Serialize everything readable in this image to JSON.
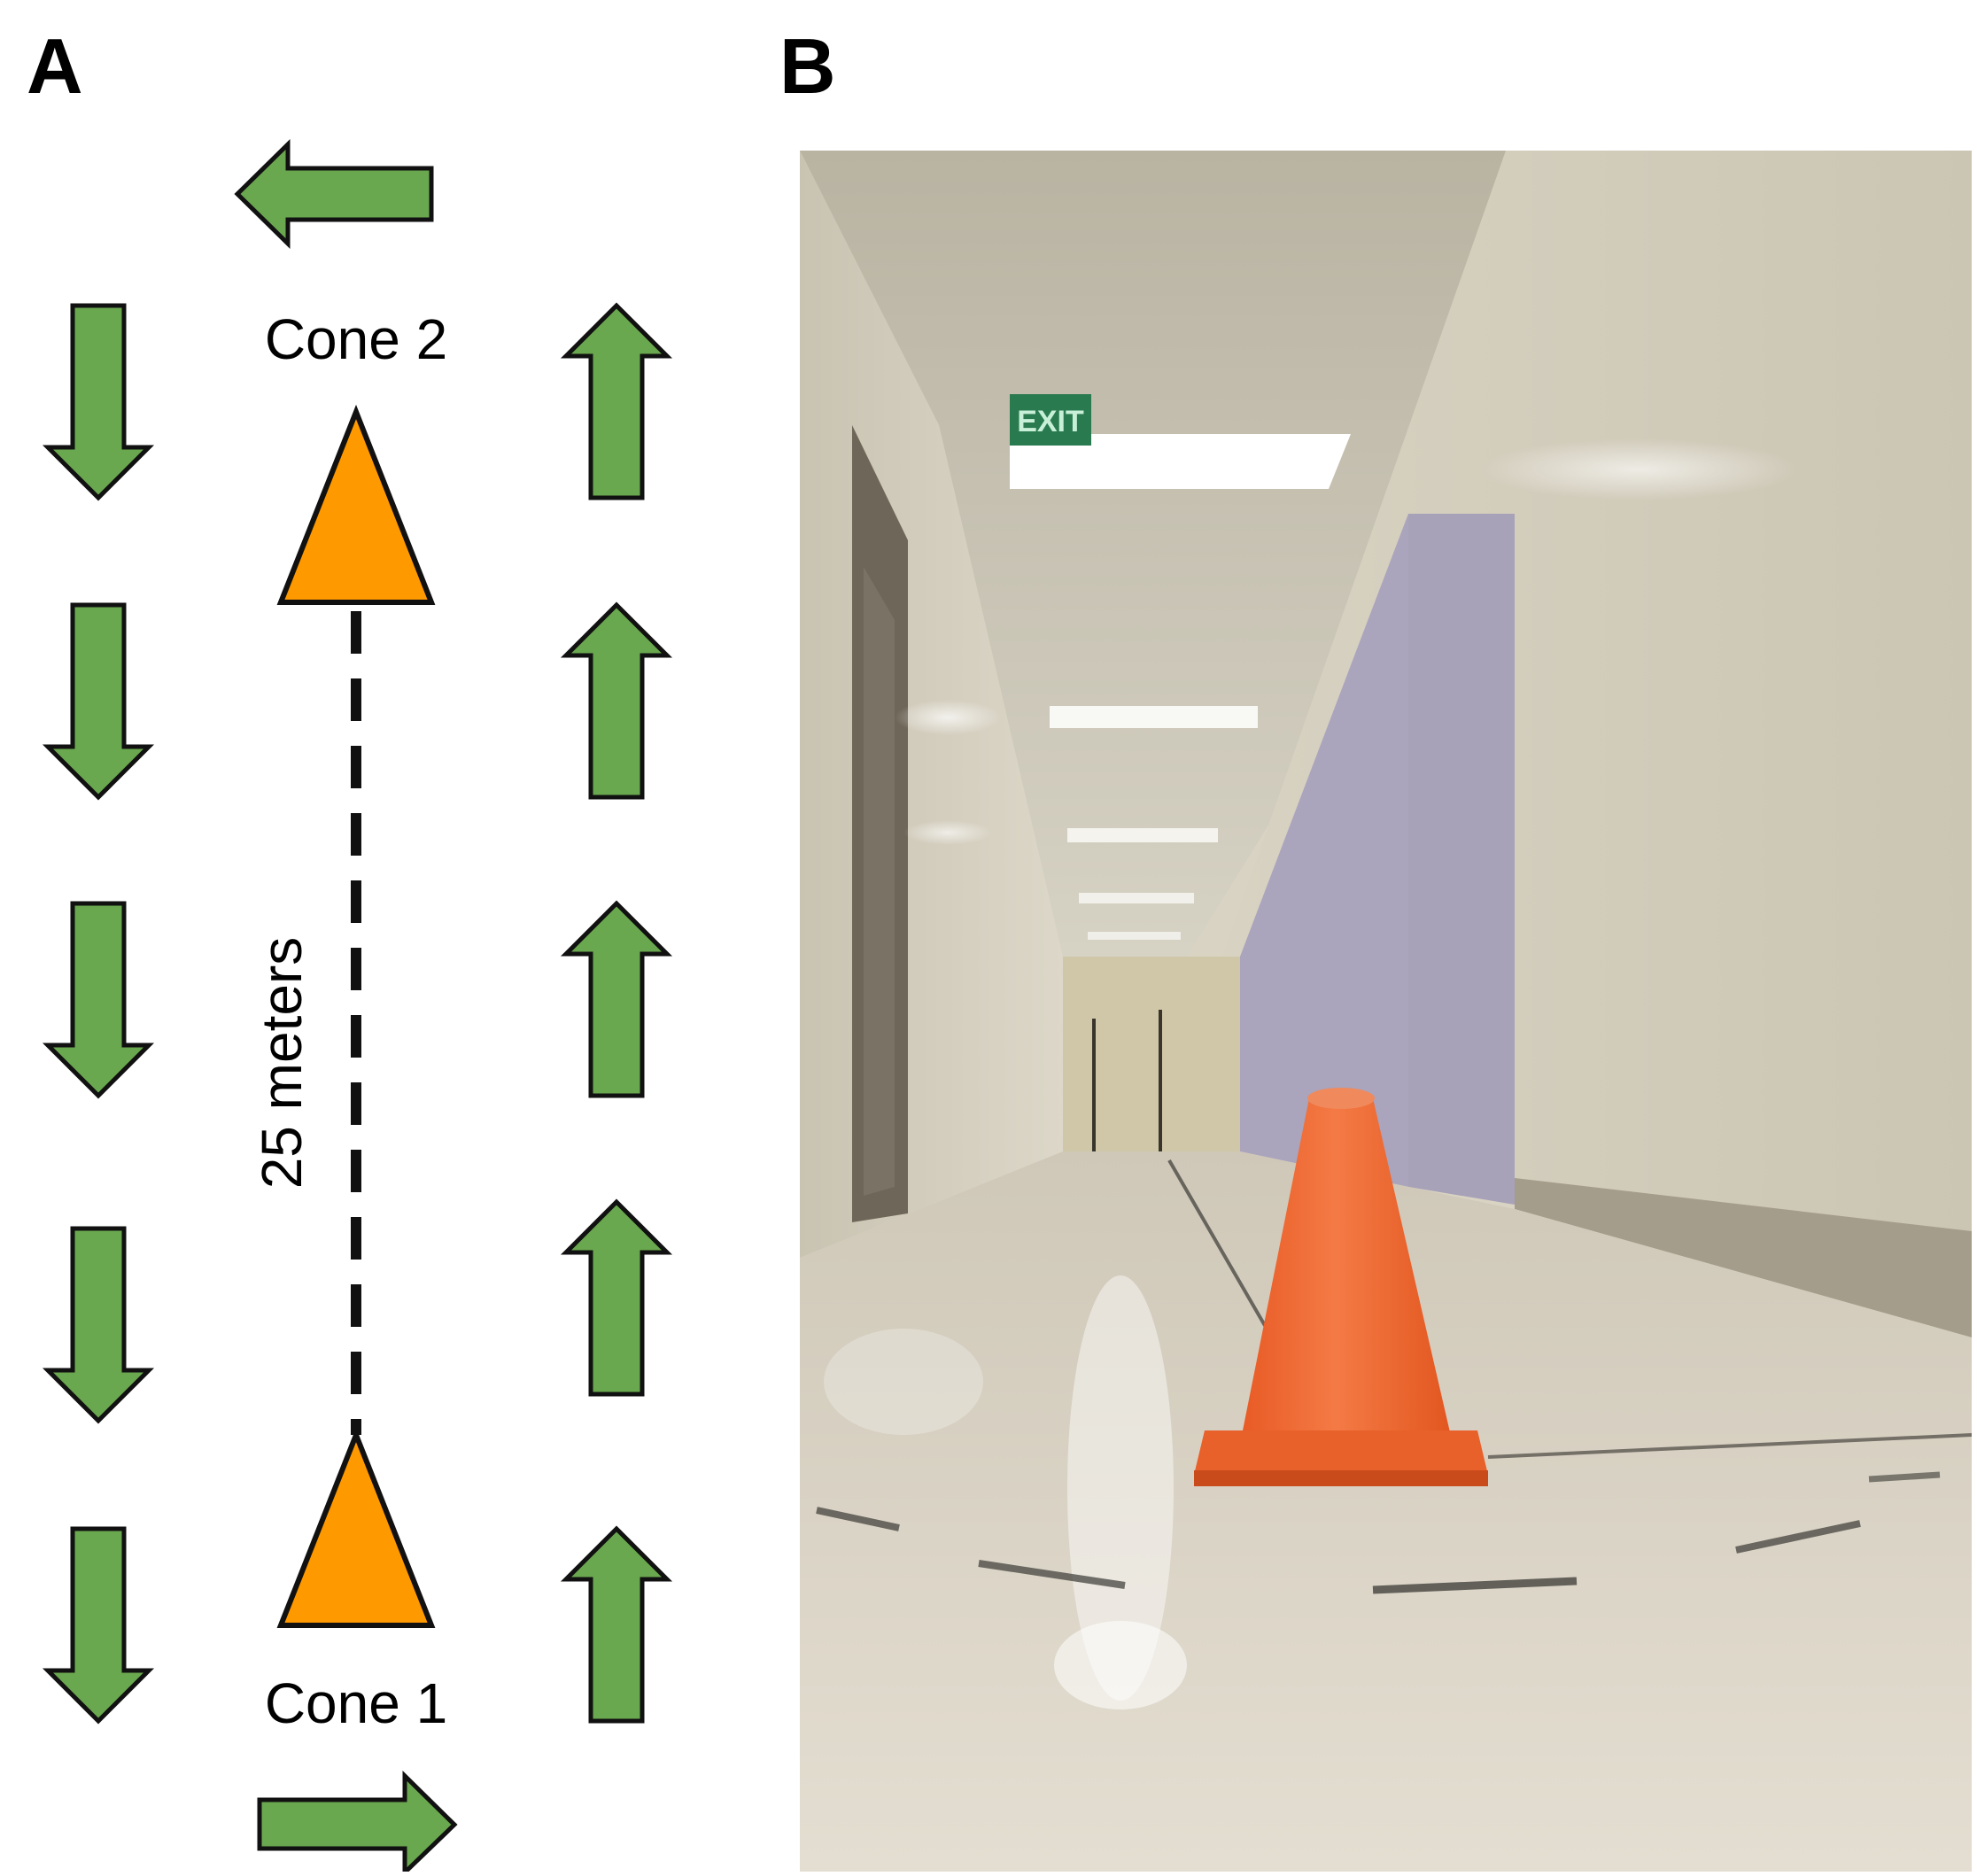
{
  "panel_a": {
    "label": "A",
    "cone_top_label": "Cone 2",
    "cone_bottom_label": "Cone 1",
    "distance_label": "25 meters"
  },
  "panel_b": {
    "label": "B",
    "exit_sign_text": "EXIT"
  },
  "colors": {
    "arrow_fill": "#6aa84f",
    "cone_fill": "#ff9900",
    "outline": "#111111",
    "photo_cone": "#f06a36"
  },
  "icons": [
    "arrow-down-icon",
    "arrow-up-icon",
    "arrow-left-icon",
    "arrow-right-icon",
    "cone-icon"
  ]
}
